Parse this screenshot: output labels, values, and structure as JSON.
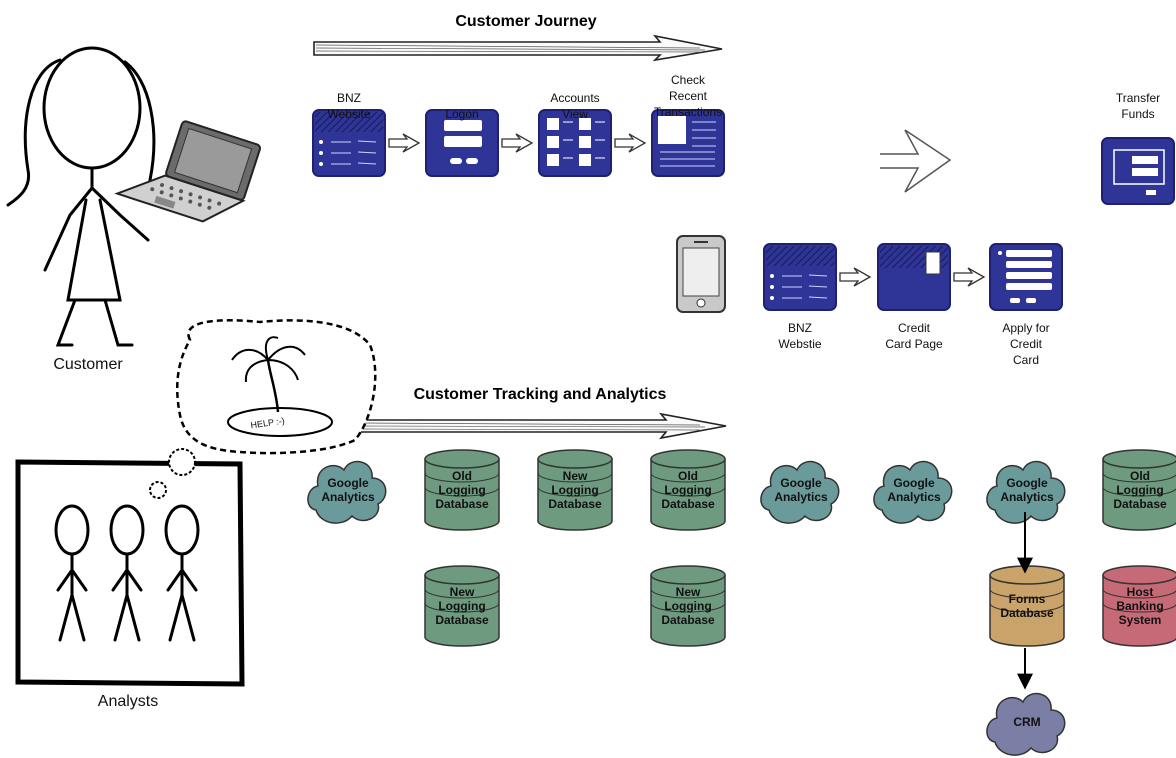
{
  "headings": {
    "journey": "Customer Journey",
    "tracking": "Customer Tracking and Analytics"
  },
  "people": {
    "customer": "Customer",
    "analysts": "Analysts",
    "help_bubble": "HELP :-)"
  },
  "journey_steps": [
    {
      "label": [
        "BNZ",
        "Website"
      ],
      "icon": "web-screen-icon"
    },
    {
      "label": [
        "Logon"
      ],
      "icon": "login-screen-icon"
    },
    {
      "label": [
        "Accounts",
        "View"
      ],
      "icon": "accounts-screen-icon"
    },
    {
      "label": [
        "Check",
        "Recent",
        "Transactions"
      ],
      "icon": "transactions-screen-icon"
    },
    {
      "label": [
        "Transfer",
        "Funds"
      ],
      "icon": "transfer-screen-icon"
    }
  ],
  "mobile_steps": [
    {
      "label": [
        "BNZ",
        "Webstie"
      ],
      "icon": "web-screen-icon"
    },
    {
      "label": [
        "Credit",
        "Card Page"
      ],
      "icon": "card-screen-icon"
    },
    {
      "label": [
        "Apply for",
        "Credit",
        "Card"
      ],
      "icon": "form-screen-icon"
    }
  ],
  "tracking_nodes": [
    {
      "kind": "cloud",
      "label": [
        "Google",
        "Analytics"
      ]
    },
    {
      "kind": "db",
      "label": [
        "Old",
        "Logging",
        "Database"
      ]
    },
    {
      "kind": "db",
      "label": [
        "New",
        "Logging",
        "Database"
      ]
    },
    {
      "kind": "db",
      "label": [
        "Old",
        "Logging",
        "Database"
      ]
    },
    {
      "kind": "cloud",
      "label": [
        "Google",
        "Analytics"
      ]
    },
    {
      "kind": "cloud",
      "label": [
        "Google",
        "Analytics"
      ]
    },
    {
      "kind": "cloud",
      "label": [
        "Google",
        "Analytics"
      ]
    },
    {
      "kind": "db",
      "label": [
        "Old",
        "Logging",
        "Database"
      ]
    },
    {
      "kind": "db",
      "label": [
        "New",
        "Logging",
        "Database"
      ]
    },
    {
      "kind": "db",
      "label": [
        "New",
        "Logging",
        "Database"
      ]
    },
    {
      "kind": "db-orange",
      "label": [
        "Forms",
        "Database"
      ]
    },
    {
      "kind": "db-pink",
      "label": [
        "Host",
        "Banking",
        "System"
      ]
    },
    {
      "kind": "cloud-purple",
      "label": [
        "CRM"
      ]
    }
  ],
  "colors": {
    "screen_blue": "#2f3597",
    "screen_blue_dark": "#1d2170",
    "db_green": "#6e9a7f",
    "cloud_teal": "#6a9a9a",
    "db_orange": "#c9a36a",
    "db_pink": "#c66a77",
    "cloud_purple": "#7b7fa6"
  }
}
